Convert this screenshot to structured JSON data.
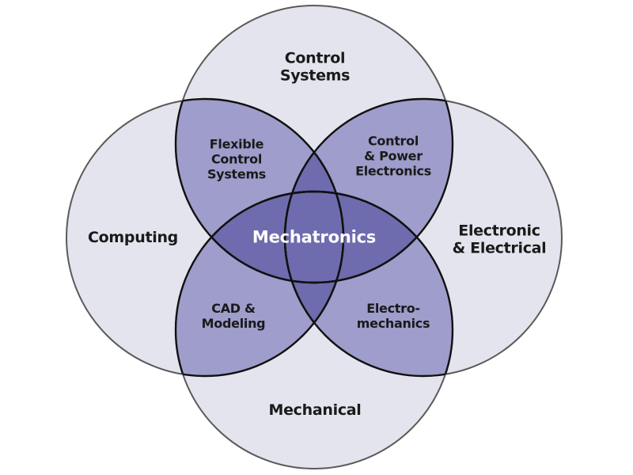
{
  "diagram": {
    "type": "venn",
    "colors": {
      "single": "#E4E4EE",
      "double": "#9E9DCB",
      "center": "#6E6BAE",
      "stroke": "#1a1a1a",
      "outer_stroke": "#555555",
      "center_text": "#ffffff",
      "text": "#1a1a1a"
    },
    "center": {
      "label": "Mechatronics"
    },
    "circles": {
      "top": {
        "line1": "Control",
        "line2": "Systems"
      },
      "left": {
        "line1": "Computing"
      },
      "right": {
        "line1": "Electronic",
        "line2": "& Electrical"
      },
      "bottom": {
        "line1": "Mechanical"
      }
    },
    "overlaps": {
      "top_left": {
        "line1": "Flexible",
        "line2": "Control",
        "line3": "Systems"
      },
      "top_right": {
        "line1": "Control",
        "line2": "& Power",
        "line3": "Electronics"
      },
      "bottom_left": {
        "line1": "CAD &",
        "line2": "Modeling"
      },
      "bottom_right": {
        "line1": "Electro-",
        "line2": "mechanics"
      }
    }
  }
}
